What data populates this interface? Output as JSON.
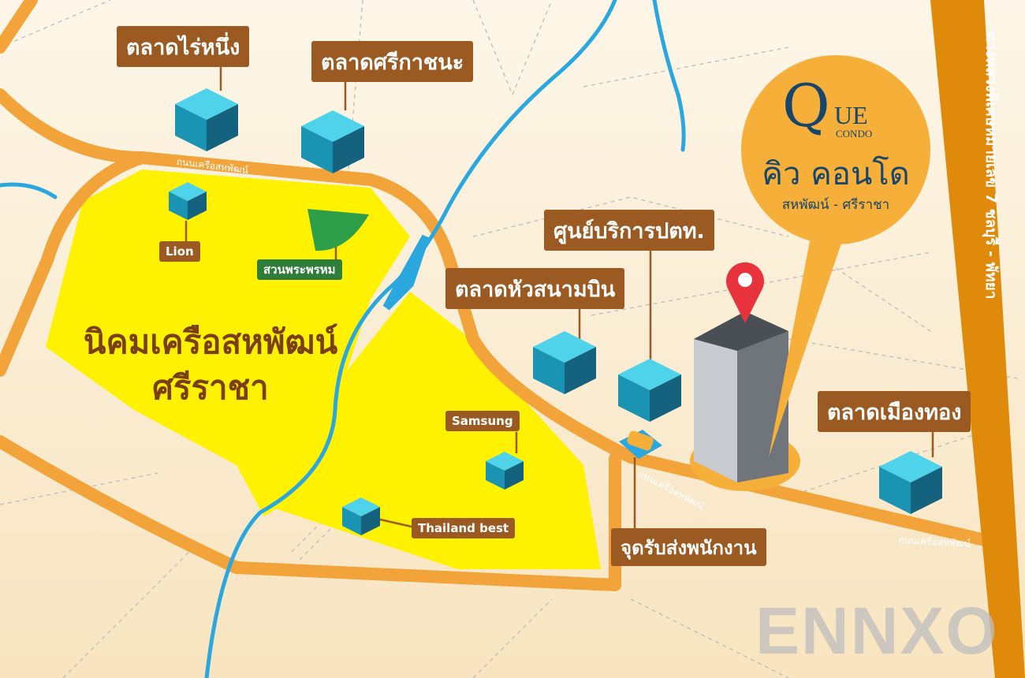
{
  "colors": {
    "background": "#fbf1de",
    "road": "#f2a33a",
    "highway": "#e08a0c",
    "zone": "#fff200",
    "river": "#2aa7df",
    "label": "#9b5a22",
    "cube": "#22b8d6",
    "logo": "#f6b03a",
    "logo_text": "#17456b",
    "pin": "#e8323c",
    "park": "#2e9e4a"
  },
  "logo": {
    "letter": "Q",
    "ue": "UE",
    "condo": "CONDO",
    "name_th": "คิว คอนโด",
    "subtitle": "สหพัฒน์ - ศรีราชา"
  },
  "highway": {
    "label": "ทางหลวงพิเศษหมายเลข 7  ชลบุรี - พัทยา"
  },
  "zone": {
    "line1": "นิคมเครือสหพัฒน์",
    "line2": "ศรีราชา"
  },
  "roads": {
    "top": "ถนนเครือสหพัฒน์",
    "middle": "ถนนเครือสหพัฒน์",
    "right": "ถนนเครือสหพัฒน์"
  },
  "places": [
    {
      "label": "ตลาดไร่หนึ่ง",
      "icon": "cube-icon"
    },
    {
      "label": "ตลาดศรีกาชนะ",
      "icon": "cube-icon"
    },
    {
      "label": "Lion",
      "icon": "cube-icon"
    },
    {
      "label": "สวนพระพรหม",
      "icon": "park-icon"
    },
    {
      "label": "ศูนย์บริการปตท.",
      "icon": "cube-icon"
    },
    {
      "label": "ตลาดหัวสนามบิน",
      "icon": "cube-icon"
    },
    {
      "label": "Samsung",
      "icon": "cube-icon"
    },
    {
      "label": "Thailand best",
      "icon": "cube-icon"
    },
    {
      "label": "จุดรับส่งพนักงาน",
      "icon": "taxi-icon"
    },
    {
      "label": "ตลาดเมืองทอง",
      "icon": "cube-icon"
    }
  ],
  "watermark": "ENNXO"
}
